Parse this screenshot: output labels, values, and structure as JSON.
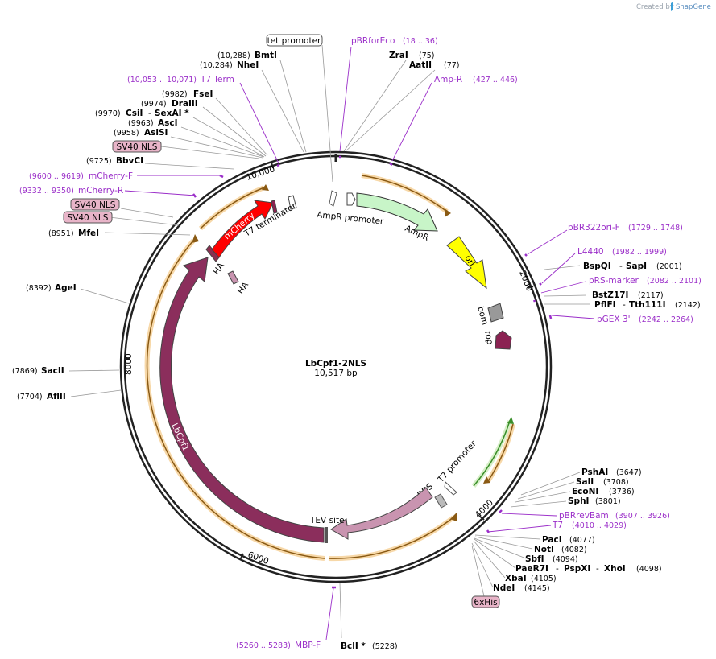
{
  "branding": {
    "created_by": "Created by",
    "product": "SnapGene"
  },
  "map": {
    "name": "LbCpf1-2NLS",
    "length": "10,517 bp",
    "total_bp": 10517
  },
  "ticks": [
    "2000",
    "4000",
    "6000",
    "8000",
    "10,000"
  ],
  "features": {
    "ampr": "AmpR",
    "ampr_promoter": "AmpR promoter",
    "ori": "ori",
    "bom": "bom",
    "rop": "rop",
    "t7_promoter": "T7 promoter",
    "rbs": "RBS",
    "mbp": "MBP",
    "tev_site": "TEV site",
    "lbcpf1": "LbCpf1",
    "ha1": "HA",
    "ha2": "HA",
    "mcherry": "mCherry",
    "t7_terminator": "T7 terminator"
  },
  "boxed_labels": {
    "tet_promoter": "tet promoter",
    "sv40_nls_1": "SV40 NLS",
    "sv40_nls_2": "SV40 NLS",
    "sv40_nls_3": "SV40 NLS",
    "six_his": "6xHis"
  },
  "enzymes": {
    "bmti": {
      "name": "BmtI",
      "pos": "(10,288)"
    },
    "nhei": {
      "name": "NheI",
      "pos": "(10,284)"
    },
    "fsei": {
      "name": "FseI",
      "pos": "(9982)"
    },
    "draiii": {
      "name": "DraIII",
      "pos": "(9974)"
    },
    "csii": {
      "name": "CsiI",
      "name2": "SexAI *",
      "pos": "(9970)"
    },
    "asci": {
      "name": "AscI",
      "pos": "(9963)"
    },
    "asisi": {
      "name": "AsiSI",
      "pos": "(9958)"
    },
    "bbvci": {
      "name": "BbvCI",
      "pos": "(9725)"
    },
    "mfei": {
      "name": "MfeI",
      "pos": "(8951)"
    },
    "agei": {
      "name": "AgeI",
      "pos": "(8392)"
    },
    "sacii": {
      "name": "SacII",
      "pos": "(7869)"
    },
    "aflii": {
      "name": "AflII",
      "pos": "(7704)"
    },
    "zrai": {
      "name": "ZraI",
      "pos": "(75)"
    },
    "aatii": {
      "name": "AatII",
      "pos": "(77)"
    },
    "bspqi": {
      "name": "BspQI",
      "name2": "SapI",
      "pos": "(2001)"
    },
    "bstz17i": {
      "name": "BstZ17I",
      "pos": "(2117)"
    },
    "pflfi": {
      "name": "PflFI",
      "name2": "Tth111I",
      "pos": "(2142)"
    },
    "pshai": {
      "name": "PshAI",
      "pos": "(3647)"
    },
    "sali": {
      "name": "SalI",
      "pos": "(3708)"
    },
    "econi": {
      "name": "EcoNI",
      "pos": "(3736)"
    },
    "sphi": {
      "name": "SphI",
      "pos": "(3801)"
    },
    "paci": {
      "name": "PacI",
      "pos": "(4077)"
    },
    "noti": {
      "name": "NotI",
      "pos": "(4082)"
    },
    "sbfi": {
      "name": "SbfI",
      "pos": "(4094)"
    },
    "paer7i": {
      "name": "PaeR7I",
      "name2": "PspXI",
      "name3": "XhoI",
      "pos": "(4098)"
    },
    "xbai": {
      "name": "XbaI",
      "pos": "(4105)"
    },
    "ndei": {
      "name": "NdeI",
      "pos": "(4145)"
    },
    "bcli": {
      "name": "BclI *",
      "pos": "(5228)"
    }
  },
  "primers": {
    "pbrforeco": {
      "name": "pBRforEco",
      "range": "(18 .. 36)"
    },
    "ampr_primer": {
      "name": "Amp-R",
      "range": "(427 .. 446)"
    },
    "t7_term": {
      "name": "T7 Term",
      "range": "(10,053 .. 10,071)"
    },
    "mcherry_f": {
      "name": "mCherry-F",
      "range": "(9600 .. 9619)"
    },
    "mcherry_r": {
      "name": "mCherry-R",
      "range": "(9332 .. 9350)"
    },
    "pbr322ori_f": {
      "name": "pBR322ori-F",
      "range": "(1729 .. 1748)"
    },
    "l4440": {
      "name": "L4440",
      "range": "(1982 .. 1999)"
    },
    "prs_marker": {
      "name": "pRS-marker",
      "range": "(2082 .. 2101)"
    },
    "pgex3": {
      "name": "pGEX 3'",
      "range": "(2242 .. 2264)"
    },
    "pbrrevbam": {
      "name": "pBRrevBam",
      "range": "(3907 .. 3926)"
    },
    "t7": {
      "name": "T7",
      "range": "(4010 .. 4029)"
    },
    "mbp_f": {
      "name": "MBP-F",
      "range": "(5260 .. 5283)"
    }
  },
  "colors": {
    "backbone": "#222222",
    "ampr": "#c8f5c8",
    "ori": "#ffff00",
    "bom": "#999999",
    "rop": "#8b2252",
    "lbcpf1": "#8b2e5c",
    "mbp": "#c994b0",
    "mcherry": "#ff0000",
    "orf": "#f5a623",
    "orf_green": "#3a8f2a",
    "primer": "#9b2fc9",
    "box_fill": "#e8b4c8"
  }
}
